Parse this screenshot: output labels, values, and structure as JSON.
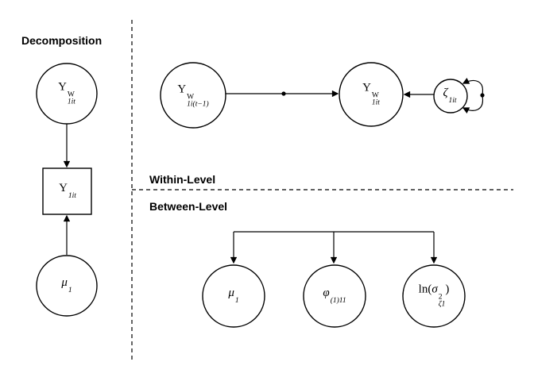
{
  "titles": {
    "decomposition": "Decomposition",
    "within": "Within-Level",
    "between": "Between-Level"
  },
  "decomposition": {
    "latent_y": {
      "base": "Y",
      "sup": "W",
      "sub": "1it"
    },
    "observed_y": {
      "base": "Y",
      "sub": "1it"
    },
    "mu": {
      "base": "μ",
      "sub": "1"
    }
  },
  "within": {
    "y_lag": {
      "base": "Y",
      "sup": "W",
      "sub": "1i(t−1)"
    },
    "y": {
      "base": "Y",
      "sup": "W",
      "sub": "1it"
    },
    "zeta": {
      "base": "ζ",
      "sub": "1it"
    }
  },
  "between": {
    "mu": {
      "base": "μ",
      "sub": "1"
    },
    "phi": {
      "base": "φ",
      "sub": "(1)11"
    },
    "ln_sigma": {
      "prefix": "ln(",
      "base": "σ",
      "sup": "2",
      "sub": "ζ1",
      "suffix": ")"
    }
  },
  "colors": {
    "stroke": "#000000",
    "background": "#ffffff"
  }
}
